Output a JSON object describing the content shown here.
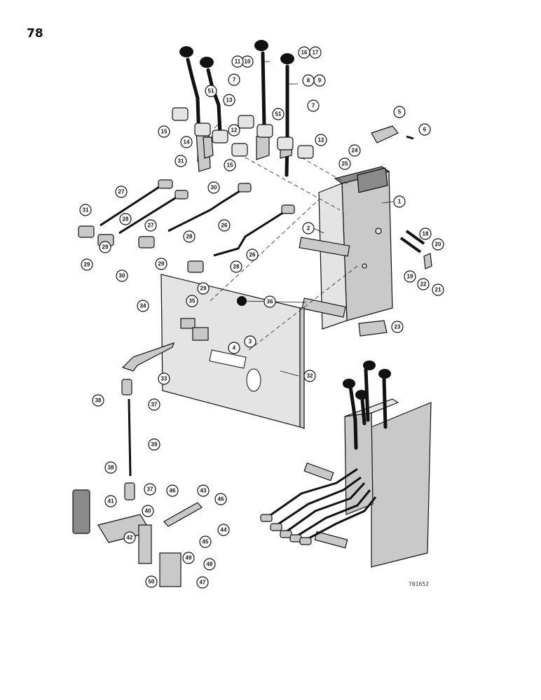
{
  "page": {
    "number": "78",
    "drawing_number": "701652"
  },
  "callouts": [
    "1",
    "2",
    "3",
    "4",
    "5",
    "6",
    "7",
    "7",
    "8",
    "9",
    "10",
    "11",
    "12",
    "12",
    "13",
    "14",
    "15",
    "15",
    "16",
    "17",
    "18",
    "19",
    "20",
    "21",
    "22",
    "23",
    "24",
    "25",
    "26",
    "26",
    "27",
    "27",
    "28",
    "28",
    "28",
    "29",
    "29",
    "29",
    "29",
    "30",
    "30",
    "31",
    "31",
    "32",
    "33",
    "34",
    "35",
    "36",
    "37",
    "37",
    "38",
    "38",
    "39",
    "40",
    "41",
    "42",
    "43",
    "44",
    "45",
    "46",
    "46",
    "47",
    "48",
    "49",
    "50",
    "51",
    "51"
  ]
}
